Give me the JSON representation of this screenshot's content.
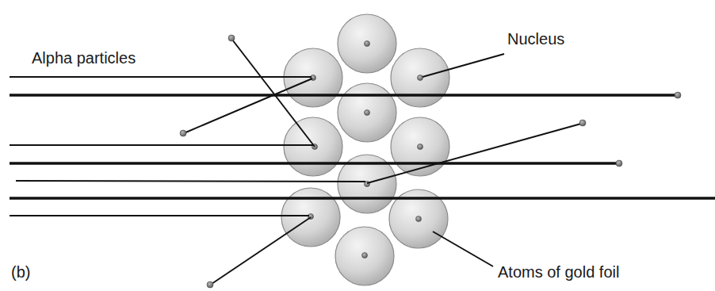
{
  "diagram": {
    "labels": [
      "Alpha particles",
      "Nucleus",
      "Atoms of gold foil",
      "(b)"
    ]
  }
}
